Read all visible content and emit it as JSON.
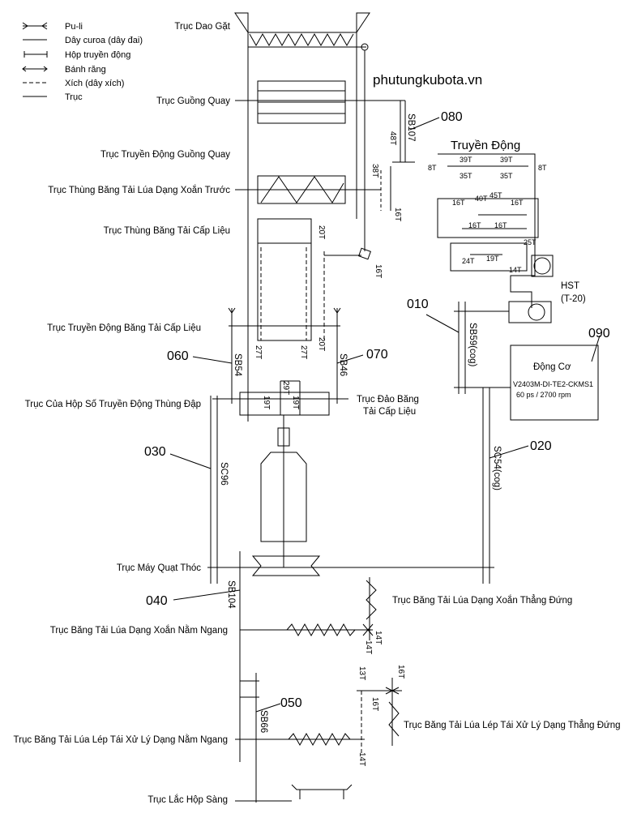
{
  "legend": {
    "pulley": "Pu-li",
    "belt": "Dây curoa (dây đai)",
    "gearbox": "Hộp truyền động",
    "gear": "Bánh răng",
    "chain": "Xích (dây xích)",
    "shaft": "Trục"
  },
  "site": "phutungkubota.vn",
  "transmission_title": "Truyền Động",
  "shafts": {
    "cutter": "Trục Dao Gặt",
    "reel": "Trục Guồng Quay",
    "reel_drive": "Trục Truyền Động Guồng Quay",
    "front_auger": "Trục Thùng Băng Tải Lúa Dạng Xoắn Trước",
    "feeder_house": "Trục Thùng Băng Tải Cấp Liệu",
    "feeder_drive": "Trục Truyền Động Băng Tải Cấp Liệu",
    "thresher_gearbox": "Trục Của Hộp Số Truyền Động Thùng Đập",
    "feeder_reverse_1": "Trục Đảo Băng",
    "feeder_reverse_2": "Tải Cấp Liệu",
    "fan": "Trục Máy Quạt Thóc",
    "grain_h_auger": "Trục Băng Tải Lúa Dạng Xoắn Nằm Ngang",
    "grain_v_auger": "Trục Băng Tải Lúa Dạng Xoắn Thẳng Đứng",
    "tailing_h": "Trục Băng Tải Lúa Lép Tái Xử Lý Dạng Nằm Ngang",
    "tailing_v": "Trục Băng Tải Lúa Lép Tái Xử Lý Dạng Thẳng Đứng",
    "sieve": "Trục Lắc Hộp Sàng"
  },
  "belts": {
    "sb107": "SB107",
    "sb54": "SB54",
    "sb46": "SB46",
    "sb59": "SB59(cog)",
    "sc54": "SC54(cog)",
    "sc96": "SC96",
    "sb104": "SB104",
    "sb66": "SB66"
  },
  "codes": {
    "c080": "080",
    "c010": "010",
    "c090": "090",
    "c060": "060",
    "c070": "070",
    "c030": "030",
    "c020": "020",
    "c040": "040",
    "c050": "050"
  },
  "gears": {
    "g48t": "48T",
    "g38t": "38T",
    "g16t_a": "16T",
    "g20t_a": "20T",
    "g16t_b": "16T",
    "g27t_a": "27T",
    "g27t_b": "27T",
    "g20t_b": "20T",
    "g29t": "29T",
    "g19t_a": "19T",
    "g19t_b": "19T",
    "g14t_a": "14T",
    "g14t_b": "14T",
    "g13t": "13T",
    "g16t_c": "16T",
    "g16t_d": "16T",
    "g14t_c": "14T",
    "t8t_l": "8T",
    "t8t_r": "8T",
    "t39t_l": "39T",
    "t39t_r": "39T",
    "t35t_l": "35T",
    "t35t_r": "35T",
    "t40t": "40T",
    "t45t": "45T",
    "t16t_1": "16T",
    "t16t_2": "16T",
    "t16t_3": "16T",
    "t16t_4": "16T",
    "t25t": "25T",
    "t24t": "24T",
    "t19t": "19T",
    "t14t": "14T"
  },
  "hst": {
    "name": "HST",
    "model": "(T-20)"
  },
  "engine": {
    "name": "Động Cơ",
    "model": "V2403M-DI-TE2-CKMS1",
    "spec": "60 ps / 2700 rpm"
  }
}
